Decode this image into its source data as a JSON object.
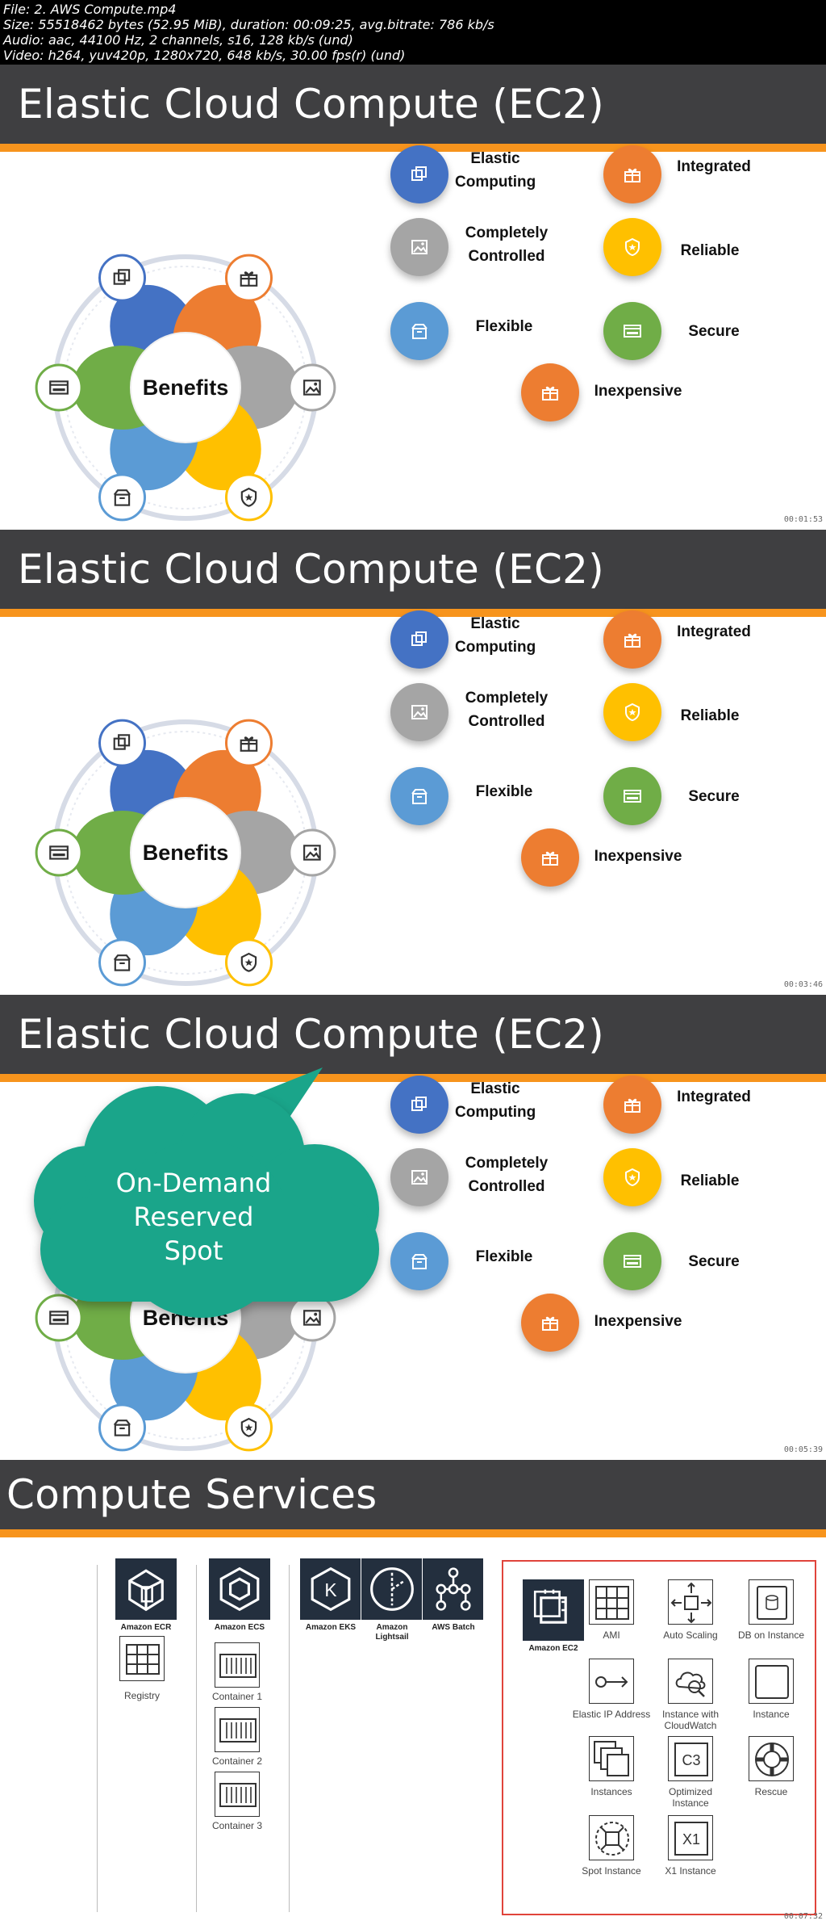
{
  "file_info": {
    "line1": "File: 2. AWS Compute.mp4",
    "line2": "Size: 55518462 bytes (52.95 MiB), duration: 00:09:25, avg.bitrate: 786 kb/s",
    "line3": "Audio: aac, 44100 Hz, 2 channels, s16, 128 kb/s (und)",
    "line4": "Video: h264, yuv420p, 1280x720, 648 kb/s, 30.00 fps(r) (und)"
  },
  "frames": [
    {
      "title": "Elastic Cloud Compute (EC2)",
      "timestamp": "00:01:53"
    },
    {
      "title": "Elastic Cloud Compute (EC2)",
      "timestamp": "00:03:46"
    },
    {
      "title": "Elastic Cloud Compute (EC2)",
      "timestamp": "00:05:39"
    },
    {
      "title": "Compute Services",
      "timestamp": "00:07:32"
    }
  ],
  "benefits": {
    "center": "Benefits",
    "items": [
      {
        "line1": "Elastic",
        "line2": "Computing",
        "color": "#4472c4",
        "icon": "stacked-squares-icon"
      },
      {
        "line1": "Integrated",
        "line2": "",
        "color": "#ed7d31",
        "icon": "gift-icon"
      },
      {
        "line1": "Completely",
        "line2": "Controlled",
        "color": "#a5a5a5",
        "icon": "image-icon"
      },
      {
        "line1": "Reliable",
        "line2": "",
        "color": "#ffc000",
        "icon": "shield-star-icon"
      },
      {
        "line1": "Flexible",
        "line2": "",
        "color": "#5b9bd5",
        "icon": "box-icon"
      },
      {
        "line1": "Secure",
        "line2": "",
        "color": "#70ad47",
        "icon": "card-icon"
      },
      {
        "line1": "Inexpensive",
        "line2": "",
        "color": "#ed7d31",
        "icon": "gift-icon"
      }
    ]
  },
  "cloud": {
    "line1": "On-Demand",
    "line2": "Reserved",
    "line3": "Spot",
    "color": "#1aa58a"
  },
  "services": {
    "ecr": {
      "name": "Amazon ECR",
      "sub": "Registry"
    },
    "ecs": {
      "name": "Amazon ECS",
      "containers": [
        "Container 1",
        "Container 2",
        "Container 3"
      ]
    },
    "eks": {
      "name": "Amazon EKS"
    },
    "lightsail": {
      "line1": "Amazon",
      "line2": "Lightsail"
    },
    "batch": {
      "name": "AWS Batch"
    },
    "ec2": {
      "name": "Amazon EC2"
    },
    "ec2_resources": [
      {
        "line1": "AMI",
        "line2": "",
        "icon": "ami-grid-icon"
      },
      {
        "line1": "Auto Scaling",
        "line2": "",
        "icon": "auto-scaling-icon"
      },
      {
        "line1": "DB on Instance",
        "line2": "",
        "icon": "database-icon"
      },
      {
        "line1": "Elastic IP Address",
        "line2": "",
        "icon": "elastic-ip-icon"
      },
      {
        "line1": "Instance with",
        "line2": "CloudWatch",
        "icon": "cloudwatch-icon"
      },
      {
        "line1": "Instance",
        "line2": "",
        "icon": "instance-icon"
      },
      {
        "line1": "Instances",
        "line2": "",
        "icon": "instances-icon"
      },
      {
        "line1": "Optimized",
        "line2": "Instance",
        "icon": "c3-icon",
        "tag": "C3"
      },
      {
        "line1": "Rescue",
        "line2": "",
        "icon": "rescue-icon"
      },
      {
        "line1": "Spot Instance",
        "line2": "",
        "icon": "spot-icon"
      },
      {
        "line1": "X1 Instance",
        "line2": "",
        "icon": "x1-icon",
        "tag": "X1"
      }
    ],
    "border_color": "#e0443b"
  }
}
